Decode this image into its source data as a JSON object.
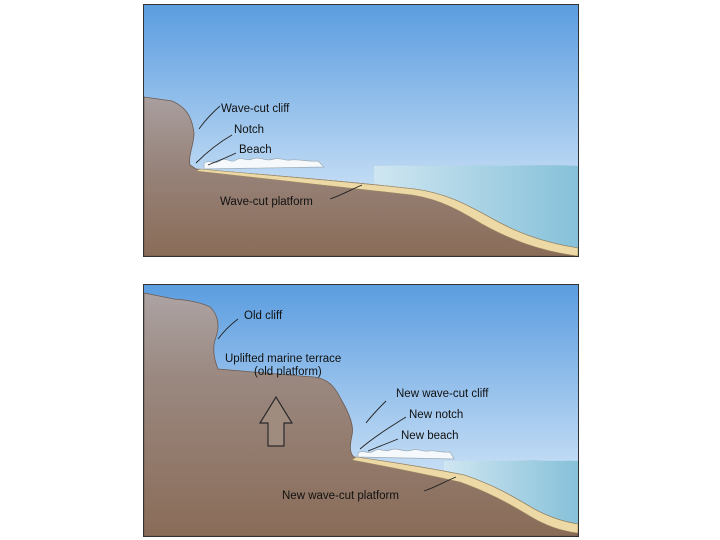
{
  "top_panel": {
    "labels": {
      "wave_cut_cliff": "Wave-cut cliff",
      "notch": "Notch",
      "beach": "Beach",
      "wave_cut_platform": "Wave-cut platform"
    }
  },
  "bottom_panel": {
    "labels": {
      "old_cliff": "Old cliff",
      "terrace_line1": "Uplifted marine terrace",
      "terrace_line2": "(old platform)",
      "new_wave_cut_cliff": "New wave-cut cliff",
      "new_notch": "New notch",
      "new_beach": "New beach",
      "new_wave_cut_platform": "New wave-cut platform"
    },
    "uplift_arrow_icon": "up-arrow-icon"
  },
  "colors": {
    "sky_top": "#5b9de0",
    "sky_bottom": "#e8f3fb",
    "water": "#8fc6dd",
    "rock": "#8e7566",
    "cliff_face": "#a89a98",
    "sand": "#ecd9a6"
  }
}
